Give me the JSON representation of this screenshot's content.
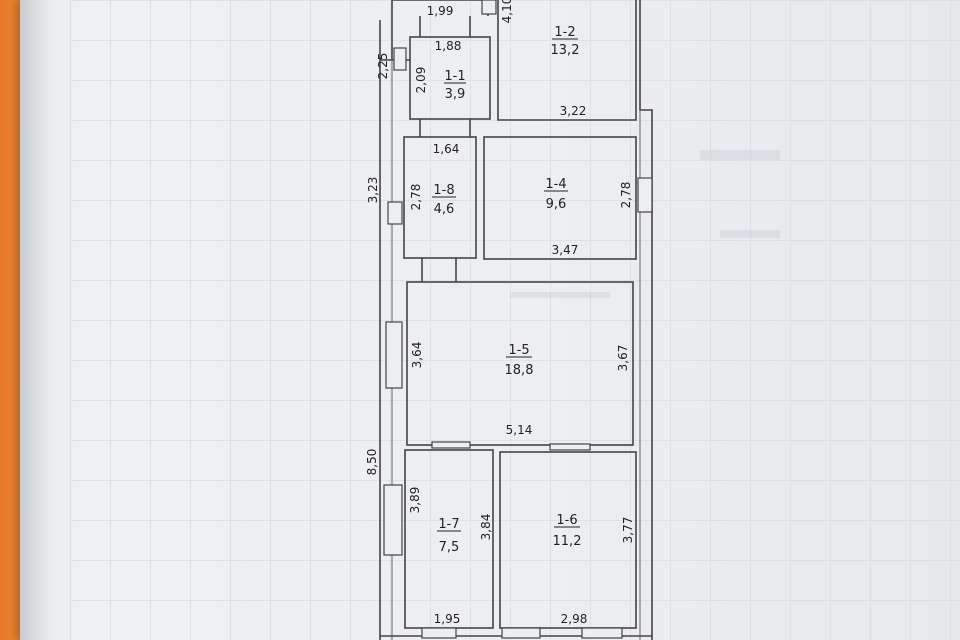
{
  "rooms": [
    {
      "id": "1-1",
      "area": "3,9"
    },
    {
      "id": "1-2",
      "area": "13,2"
    },
    {
      "id": "1-8",
      "area": "4,6"
    },
    {
      "id": "1-4",
      "area": "9,6"
    },
    {
      "id": "1-5",
      "area": "18,8"
    },
    {
      "id": "1-7",
      "area": "7,5"
    },
    {
      "id": "1-6",
      "area": "11,2"
    }
  ],
  "dimensions": {
    "top_1_99": "1,99",
    "top_4_10": "4,10",
    "r11_top": "1,88",
    "r11_side": "2,09",
    "outer_2_25": "2,25",
    "r12_bottom": "3,22",
    "r18_top": "1,64",
    "outer_3_23": "3,23",
    "r18_side": "2,78",
    "r14_side": "2,78",
    "r14_bottom": "3,47",
    "r15_left": "3,64",
    "r15_right": "3,67",
    "r15_bottom": "5,14",
    "outer_8_50": "8,50",
    "r17_left": "3,89",
    "r17_right": "3,84",
    "r16_right": "3,77",
    "r17_bottom": "1,95",
    "r16_bottom": "2,98"
  }
}
